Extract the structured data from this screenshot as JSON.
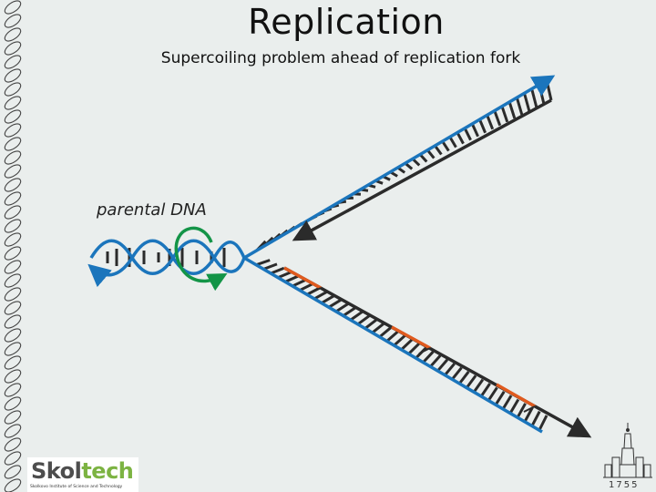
{
  "slide": {
    "title": "Replication",
    "subtitle": "Supercoiling problem ahead of replication fork"
  },
  "diagram": {
    "label_parental": "parental DNA"
  },
  "logos": {
    "skoltech_part1": "Skol",
    "skoltech_part2": "tech",
    "skoltech_tagline": "Skolkovo Institute of Science and Technology",
    "msu_year": "1755"
  },
  "colors": {
    "background": "#eaeeed",
    "blue_strand": "#1b75bc",
    "dark_strand": "#2b2b2b",
    "primer": "#e05a1e",
    "supercoil_arrow": "#139447",
    "skoltech_green": "#7cb342"
  }
}
